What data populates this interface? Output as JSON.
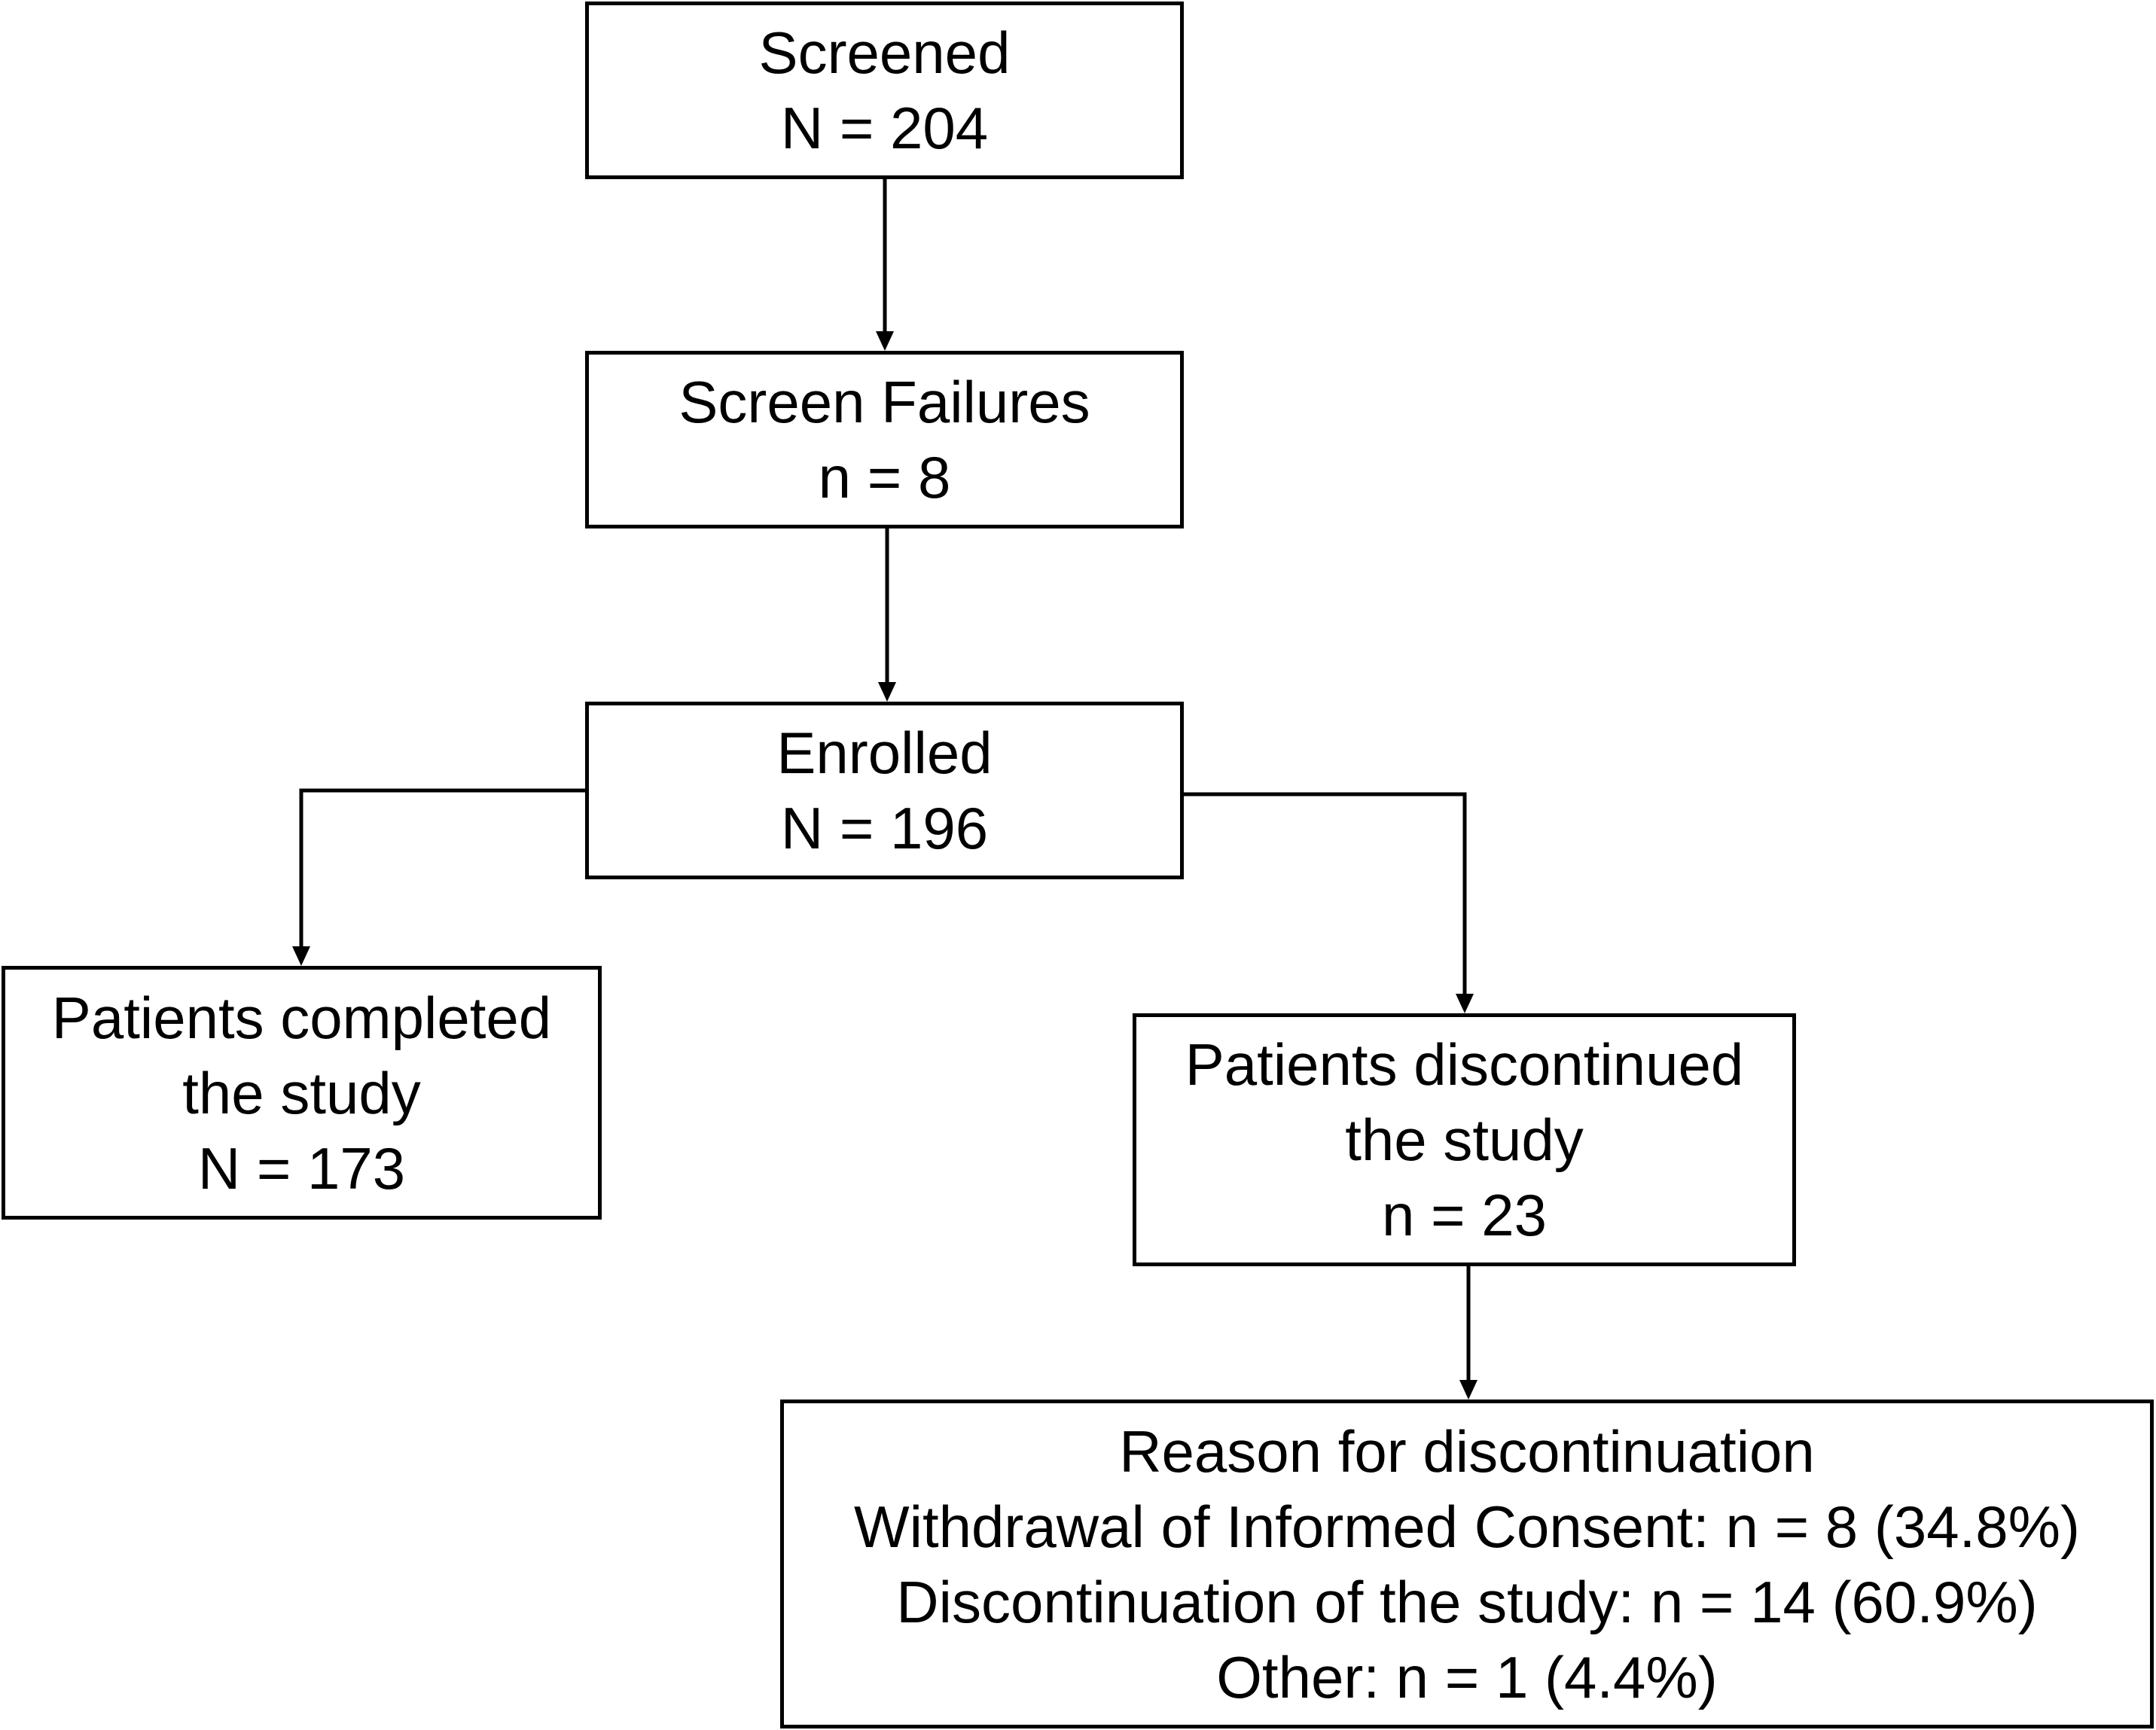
{
  "boxes": {
    "screened": {
      "lines": [
        "Screened",
        "N = 204"
      ]
    },
    "screen_failures": {
      "lines": [
        "Screen Failures",
        "n = 8"
      ]
    },
    "enrolled": {
      "lines": [
        "Enrolled",
        "N = 196"
      ]
    },
    "completed": {
      "lines": [
        "Patients completed",
        "the study",
        "N = 173"
      ]
    },
    "discontinued": {
      "lines": [
        "Patients discontinued",
        "the study",
        "n = 23"
      ]
    },
    "reasons": {
      "lines": [
        "Reason for discontinuation",
        "Withdrawal of Informed Consent: n = 8 (34.8%)",
        "Discontinuation of the study: n = 14 (60.9%)",
        "Other: n = 1 (4.4%)"
      ]
    }
  },
  "colors": {
    "stroke": "#000000",
    "background": "#ffffff"
  }
}
